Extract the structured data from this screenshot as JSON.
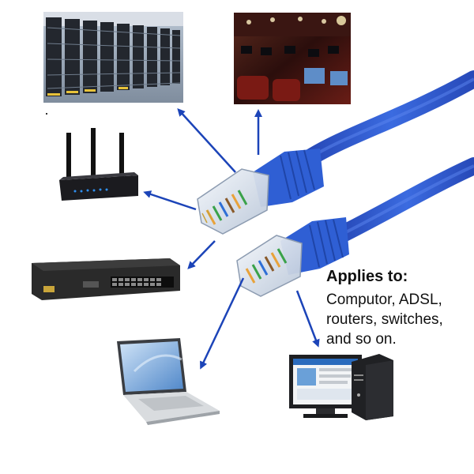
{
  "caption": {
    "title": "Applies to:",
    "lines": [
      "Computor, ADSL,",
      "routers, switches,",
      "and so on."
    ]
  },
  "devices": [
    {
      "name": "server-racks-photo"
    },
    {
      "name": "internet-cafe-photo"
    },
    {
      "name": "wifi-router"
    },
    {
      "name": "network-switch"
    },
    {
      "name": "laptop"
    },
    {
      "name": "desktop-computer"
    }
  ],
  "colors": {
    "cable": "#2a57c9",
    "arrow": "#1c44b8",
    "router_body": "#1b1b1f",
    "switch_body": "#2a2a2a"
  }
}
